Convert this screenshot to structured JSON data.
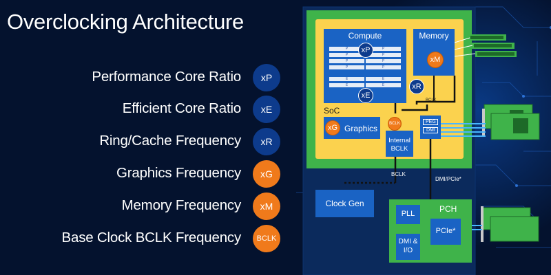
{
  "title": "Overclocking Architecture",
  "legend": [
    {
      "label": "Performance Core Ratio",
      "badge": "xP",
      "color": "#0d3b8c"
    },
    {
      "label": "Efficient Core Ratio",
      "badge": "xE",
      "color": "#0d3b8c"
    },
    {
      "label": "Ring/Cache Frequency",
      "badge": "xR",
      "color": "#0d3b8c"
    },
    {
      "label": "Graphics Frequency",
      "badge": "xG",
      "color": "#f07a1b"
    },
    {
      "label": "Memory Frequency",
      "badge": "xM",
      "color": "#f07a1b"
    },
    {
      "label": "Base Clock BCLK Frequency",
      "badge": "BCLK",
      "color": "#f07a1b"
    }
  ],
  "diagram": {
    "soc_label": "SoC",
    "compute_label": "Compute",
    "p_core": "P",
    "e_core": "E",
    "memory_label": "Memory",
    "graphics_label": "Graphics",
    "internal_bclk_line1": "Internal",
    "internal_bclk_line2": "BCLK",
    "peg_label": "PEG",
    "dmi_label": "DMI",
    "bclk_small": "BCLK",
    "bclk_line_label": "BCLK",
    "dmi_pcie_label": "DMI/PCIe*",
    "clock_gen_label": "Clock Gen",
    "pch_label": "PCH",
    "pll_label": "PLL",
    "pcie_label": "PCIe*",
    "dmi_io_line1": "DMI &",
    "dmi_io_line2": "I/O",
    "badges": {
      "xP": "xP",
      "xE": "xE",
      "xR": "xR",
      "xM": "xM",
      "xG": "xG",
      "bclk": "BCLK"
    }
  },
  "colors": {
    "background": "#04122e",
    "board": "#0b2a5c",
    "green": "#3fb34a",
    "soc_yellow": "#fbd24e",
    "block_blue": "#1a63c4",
    "orange": "#f07a1b"
  }
}
